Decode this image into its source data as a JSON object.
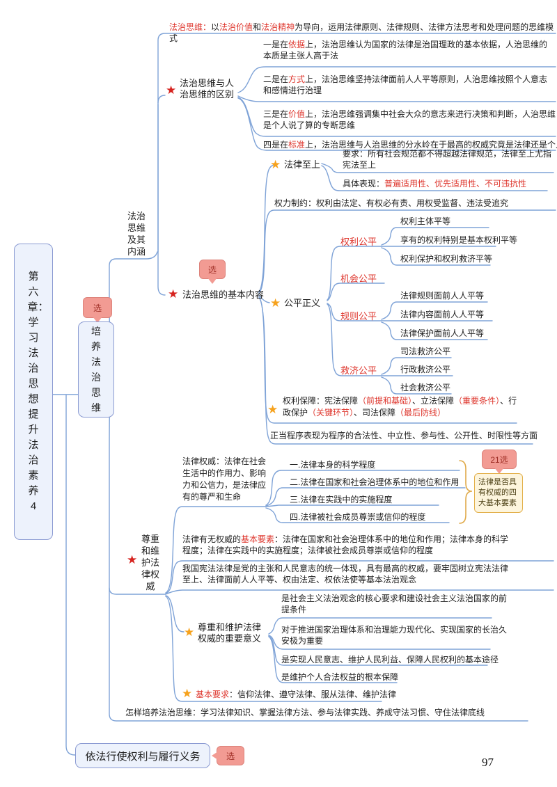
{
  "icons": {
    "star": "★"
  },
  "badges": {
    "xuan": "选",
    "xuan21": "21选"
  },
  "page_number": "97",
  "colors": {
    "accent_red": "#de342b",
    "star_red": "#d6231f",
    "star_orange": "#f6a21d",
    "line_blue": "#7fa3d7",
    "badge_pink": "#f29b93",
    "note_border": "#e3b04b"
  },
  "chapter": {
    "title": "第六章：学习法治思想　提升法治素养　4"
  },
  "root": {
    "label": "培养法治思维"
  },
  "bottom_node": {
    "label": "依法行使权利与履行义务"
  },
  "branch1": {
    "label": "法治思维及其内涵",
    "definition": [
      {
        "t": "法治思维：",
        "r": true
      },
      {
        "t": "以"
      },
      {
        "t": "法治价值",
        "r": true
      },
      {
        "t": "和"
      },
      {
        "t": "法治精神",
        "r": true
      },
      {
        "t": "为导向，运用法律原则、法律规则、法律方法思考和处理问题的思维模式"
      }
    ],
    "diff": {
      "label": "法治思维与人治思维的区别",
      "items": [
        [
          {
            "t": "一是在"
          },
          {
            "t": "依据",
            "r": true
          },
          {
            "t": "上，法治思维认为国家的法律是治国理政的基本依据，人治思维的本质是主张人高于法"
          }
        ],
        [
          {
            "t": "二是在"
          },
          {
            "t": "方式",
            "r": true
          },
          {
            "t": "上，法治思维坚持法律面前人人平等原则，人治思维按照个人意志和感情进行治理"
          }
        ],
        [
          {
            "t": "三是在"
          },
          {
            "t": "价值",
            "r": true
          },
          {
            "t": "上，法治思维强调集中社会大众的意志来进行决策和判断，人治思维是个人说了算的专断思维"
          }
        ],
        [
          {
            "t": "四是在"
          },
          {
            "t": "标准",
            "r": true
          },
          {
            "t": "上，法治思维与人治思维的分水岭在于最高的权威究竟是法律还是个人"
          }
        ]
      ]
    },
    "content": {
      "label": "法治思维的基本内容",
      "supremacy": {
        "label": "法律至上",
        "requirement": "要求：所有社会规范都不得超越法律规范，法律至上尤指宪法至上",
        "manifestation": [
          {
            "t": "具体表现："
          },
          {
            "t": "普遍适用性、优先适用性、不可违抗性",
            "r": true
          }
        ]
      },
      "power_check": "权力制约：权利由法定、有权必有责、用权受监督、违法受追究",
      "justice": {
        "label": "公平正义",
        "rights": {
          "label": "权利公平",
          "items": [
            "权利主体平等",
            "享有的权利特别是基本权利平等",
            "权利保护和权利救济平等"
          ]
        },
        "opportunity": {
          "label": "机会公平"
        },
        "rules": {
          "label": "规则公平",
          "items": [
            "法律规则面前人人平等",
            "法律内容面前人人平等",
            "法律保护面前人人平等"
          ]
        },
        "remedy": {
          "label": "救济公平",
          "items": [
            "司法救济公平",
            "行政救济公平",
            "社会救济公平"
          ]
        }
      },
      "protection": [
        {
          "t": "权利保障：宪法保障"
        },
        {
          "t": "（前提和基础）",
          "r": true
        },
        {
          "t": "、立法保障"
        },
        {
          "t": "（重要条件）",
          "r": true
        },
        {
          "t": "、行政保护"
        },
        {
          "t": "（关键环节）",
          "r": true
        },
        {
          "t": "、司法保障"
        },
        {
          "t": "（最后防线）",
          "r": true
        }
      ],
      "due_process": "正当程序表现为程序的合法性、中立性、参与性、公开性、时限性等方面"
    }
  },
  "branch2": {
    "label": "尊重和维护法律权威",
    "authority_def": "法律权威：法律在社会生活中的作用力、影响力和公信力，是法律应有的尊严和生命",
    "authority_factors": [
      "一.法律本身的科学程度",
      "二.法律在国家和社会治理体系中的地位和作用",
      "三.法律在实践中的实施程度",
      "四.法律被社会成员尊崇或信仰的程度"
    ],
    "factors_note": "法律是否具有权威的四大基本要素",
    "elements": [
      {
        "t": "法律有无权威的"
      },
      {
        "t": "基本要素",
        "r": true
      },
      {
        "t": "：法律在国家和社会治理体系中的地位和作用；法律本身的科学程度；法律在实践中的实施程度；法律被社会成员尊崇或信仰的程度"
      }
    ],
    "constitution": "我国宪法法律是党的主张和人民意志的统一体现，具有最高的权威，要牢固树立宪法法律至上、法律面前人人平等、权由法定、权依法使等基本法治观念",
    "significance": {
      "label": "尊重和维护法律权威的重要意义",
      "items": [
        "是社会主义法治观念的核心要求和建设社会主义法治国家的前提条件",
        "对于推进国家治理体系和治理能力现代化、实现国家的长治久安极为重要",
        "是实现人民意志、维护人民利益、保障人民权利的基本途径",
        "是维护个人合法权益的根本保障"
      ]
    },
    "basic_req": [
      {
        "t": "基本要求",
        "r": true
      },
      {
        "t": "：信仰法律、遵守法律、服从法律、维护法律"
      }
    ],
    "how_to": "怎样培养法治思维：学习法律知识、掌握法律方法、参与法律实践、养成守法习惯、守住法律底线"
  }
}
